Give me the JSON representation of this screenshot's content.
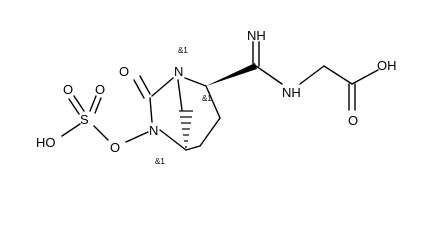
{
  "molecule": {
    "atoms": {
      "carbonyl_o": "O",
      "bridge_n": "N",
      "ring_n": "N",
      "imine_nh": "NH",
      "amidine_nh": "NH",
      "sulfate_o_top_left": "O",
      "sulfate_o_top_right": "O",
      "sulfur": "S",
      "sulfate_oh": "HO",
      "sulfate_bridge_o": "O",
      "acid_o": "O",
      "acid_oh": "OH"
    },
    "stereo_labels": {
      "bridge_n_label": "&1",
      "alpha_carbon_label": "&1",
      "bridgehead_carbon_label": "&1"
    }
  }
}
